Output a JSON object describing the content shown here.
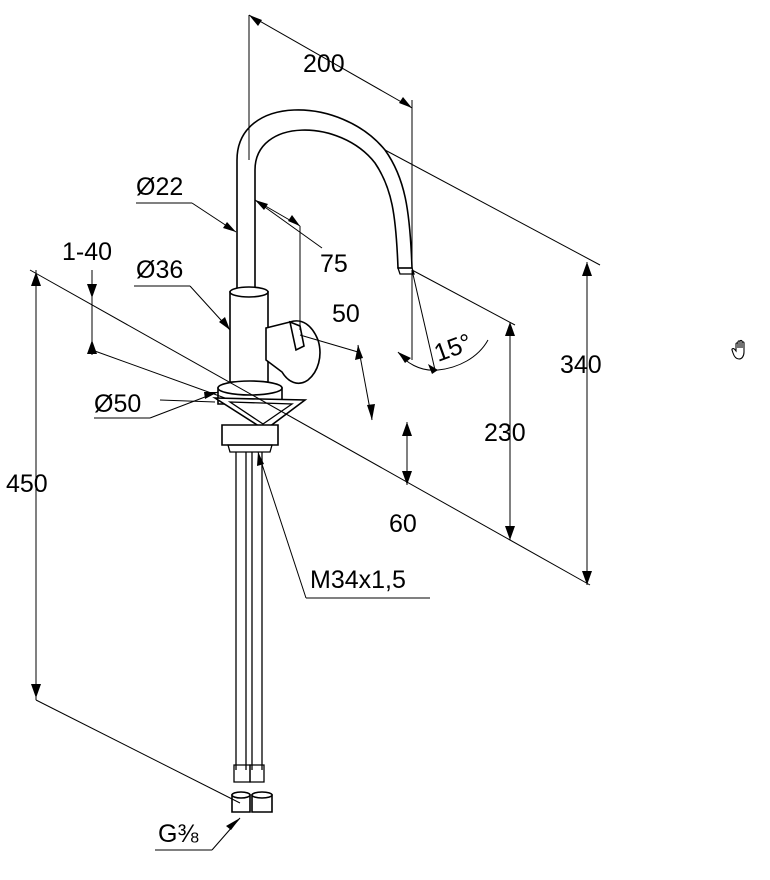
{
  "dimensions": {
    "spout_reach": "200",
    "spout_diameter": "Ø22",
    "spout_offset": "75",
    "deck_range": "1-40",
    "body_diameter": "Ø36",
    "handle_offset": "50",
    "spout_angle": "15°",
    "total_height": "340",
    "outlet_height": "230",
    "base_diameter": "Ø50",
    "base_height": "60",
    "hose_length": "450",
    "thread": "M34x1,5",
    "connection": "G⅜"
  },
  "cursor": {
    "icon": "hand-pointer-icon"
  }
}
